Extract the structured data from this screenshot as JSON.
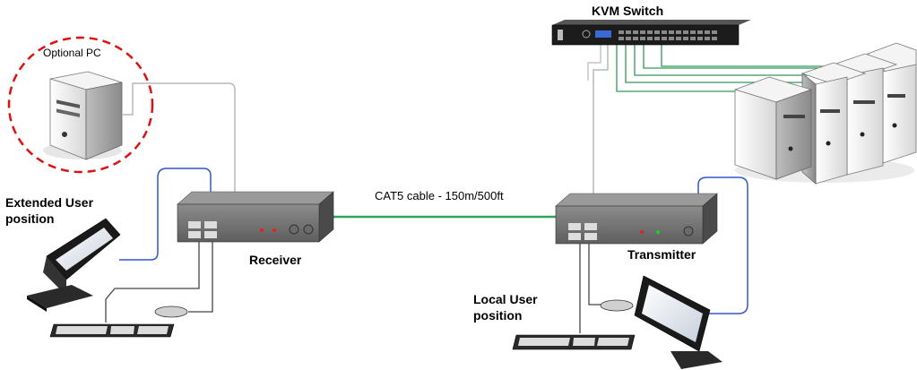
{
  "labels": {
    "kvm_switch": "KVM Switch",
    "optional_pc": "Optional PC",
    "extended_user": "Extended User",
    "extended_user_2": "position",
    "receiver": "Receiver",
    "cable": "CAT5 cable - 150m/500ft",
    "transmitter": "Transmitter",
    "local_user": "Local User",
    "local_user_2": "position"
  },
  "colors": {
    "video_cable": "#3355cc",
    "server_link": "#33995a",
    "cat5_cable": "#2ea35a",
    "optional_highlight": "#dd1111",
    "gray_cable": "#b8b8b8"
  },
  "icons": [
    "kvm-switch-icon",
    "pc-tower-icon",
    "server-icon",
    "monitor-icon",
    "keyboard-icon",
    "mouse-icon",
    "extender-box-icon"
  ]
}
